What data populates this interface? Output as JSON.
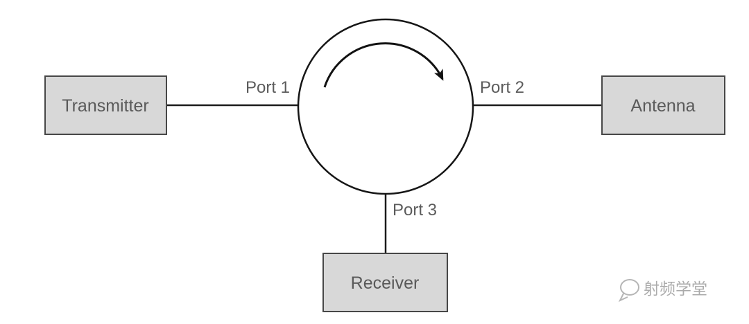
{
  "diagram": {
    "type": "rf-circulator-schematic",
    "nodes": {
      "transmitter": {
        "label": "Transmitter"
      },
      "antenna": {
        "label": "Antenna"
      },
      "receiver": {
        "label": "Receiver"
      }
    },
    "ports": {
      "port1": {
        "label": "Port 1"
      },
      "port2": {
        "label": "Port 2"
      },
      "port3": {
        "label": "Port 3"
      }
    },
    "connections": [
      {
        "from": "Transmitter",
        "to": "Port 1"
      },
      {
        "from": "Port 2",
        "to": "Antenna"
      },
      {
        "from": "Port 3",
        "to": "Receiver"
      }
    ],
    "icons": {
      "circulator_arrow": "clockwise-arc-arrow",
      "watermark_logo": "speech-bubble-icon"
    },
    "watermark": {
      "text": "射频学堂"
    },
    "colors": {
      "box_fill": "#d8d8d8",
      "box_border": "#474747",
      "line": "#1b1b1b",
      "label_text": "#5a5a5a",
      "watermark": "#ababab"
    }
  }
}
